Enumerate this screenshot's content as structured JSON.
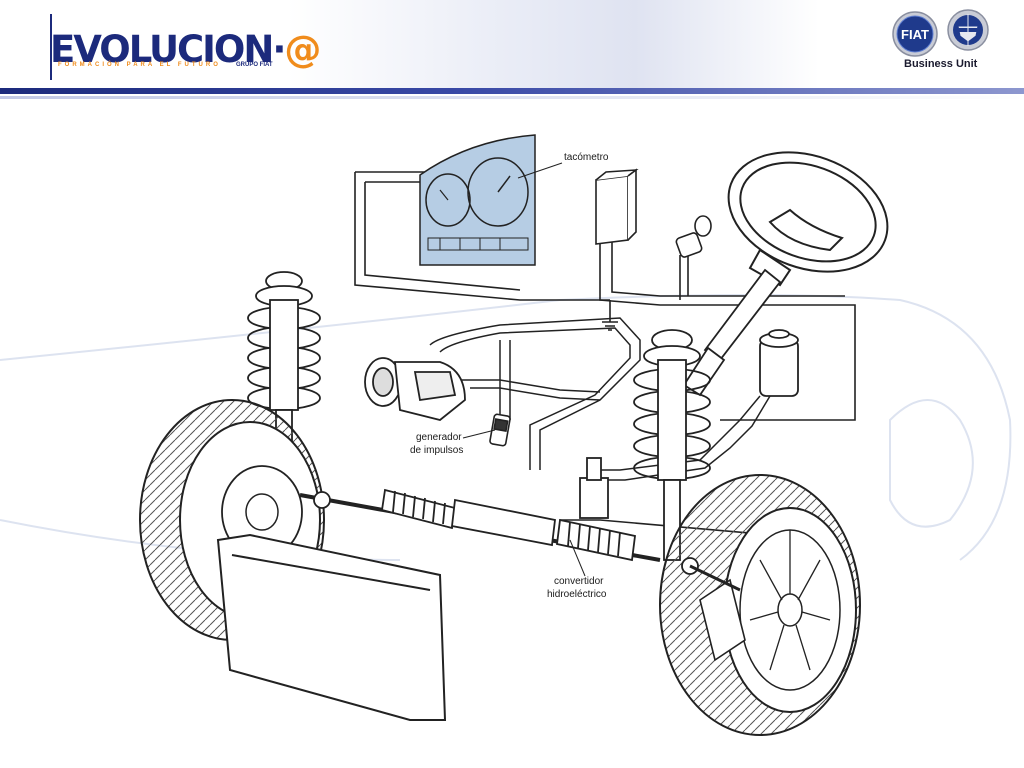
{
  "header": {
    "logo_main": "EVOLUCION·",
    "logo_at": "@",
    "logo_tagline": "FORMACIÓN PARA EL FUTURO",
    "logo_group": "GRUPO FIAT",
    "brand_fiat": "FIAT",
    "business_unit": "Business Unit"
  },
  "diagram": {
    "labels": {
      "tachometer": "tacómetro",
      "pulse_generator_1": "generador",
      "pulse_generator_2": "de impulsos",
      "converter_1": "convertidor",
      "converter_2": "hidroeléctrico"
    }
  },
  "colors": {
    "brand_blue": "#1c2a7c",
    "accent_orange": "#f08c1c",
    "dashboard_fill": "#b6cde4"
  }
}
